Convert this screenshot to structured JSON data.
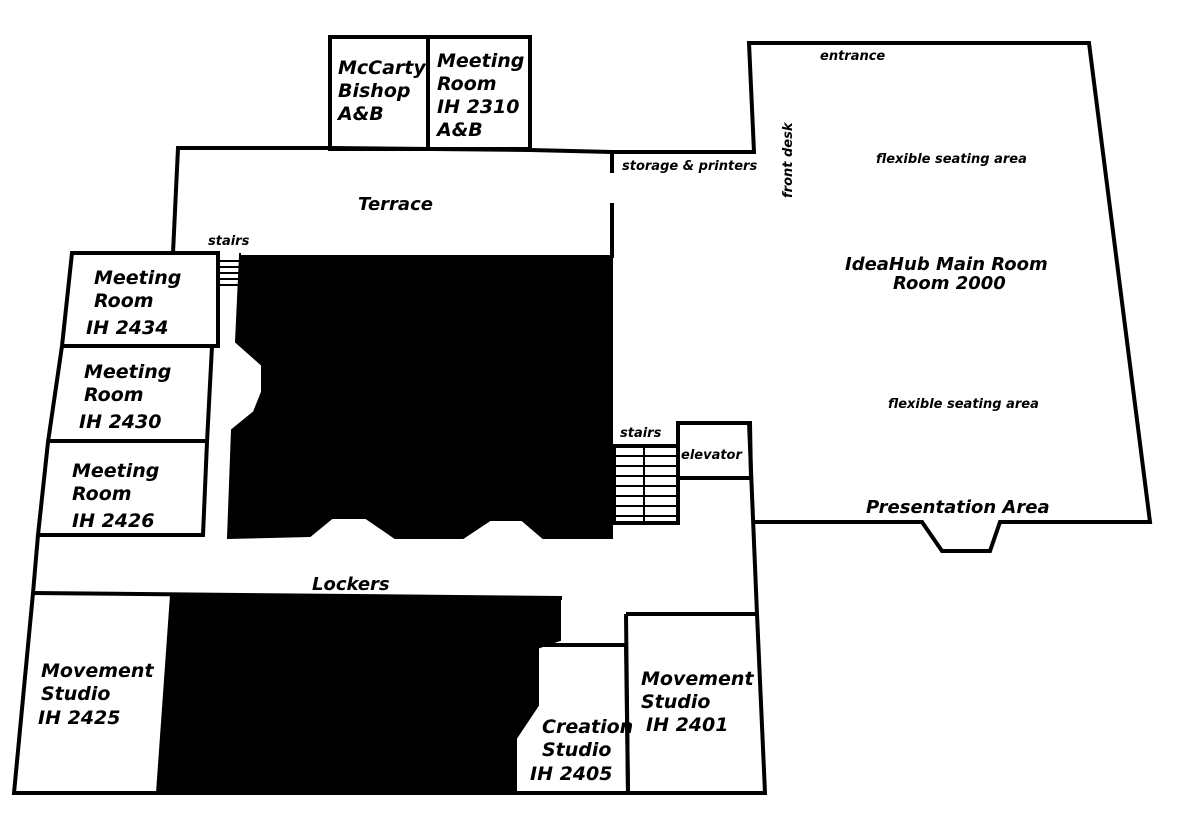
{
  "plan": {
    "rooms": {
      "mccarty": [
        "McCarty",
        "Bishop",
        "A&B"
      ],
      "meeting_2310": [
        "Meeting",
        "Room",
        "IH 2310",
        "A&B"
      ],
      "meeting_2434": [
        "Meeting",
        "Room",
        "IH 2434"
      ],
      "meeting_2430": [
        "Meeting",
        "Room",
        "IH 2430"
      ],
      "meeting_2426": [
        "Meeting",
        "Room",
        "IH 2426"
      ],
      "movement_2425": [
        "Movement",
        "Studio",
        "IH 2425"
      ],
      "creation_2405": [
        "Creation",
        "Studio",
        "IH 2405"
      ],
      "movement_2401": [
        "Movement",
        "Studio",
        "IH 2401"
      ],
      "main_room": [
        "IdeaHub Main Room",
        "Room 2000"
      ]
    },
    "areas": {
      "terrace": "Terrace",
      "lockers": "Lockers",
      "stairs_upper": "stairs",
      "stairs_lower": "stairs",
      "elevator": "elevator",
      "storage": "storage & printers",
      "entrance": "entrance",
      "front_desk": "front desk",
      "seating_top": "flexible seating area",
      "seating_bottom": "flexible seating area",
      "presentation": "Presentation Area"
    }
  }
}
